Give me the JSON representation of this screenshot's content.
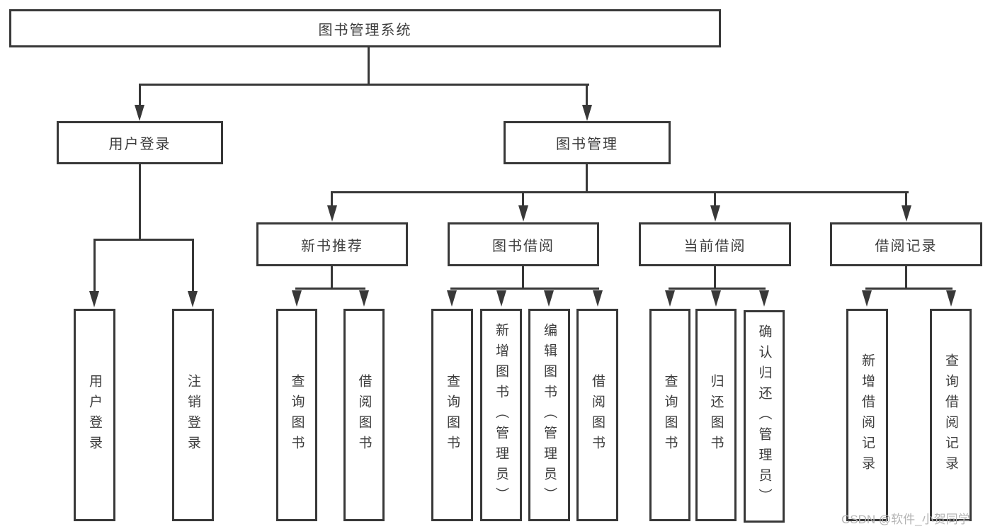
{
  "colors": {
    "line": "#383838",
    "text": "#3c3c3c",
    "background": "#ffffff",
    "watermark": "#b5b5b5"
  },
  "nodes": {
    "root": {
      "label": "图书管理系统"
    },
    "user_login": {
      "label": "用户登录"
    },
    "book_mgmt": {
      "label": "图书管理"
    },
    "user_login_children": [
      {
        "label": "用户登录"
      },
      {
        "label": "注销登录"
      }
    ],
    "book_mgmt_children": [
      {
        "label": "新书推荐"
      },
      {
        "label": "图书借阅"
      },
      {
        "label": "当前借阅"
      },
      {
        "label": "借阅记录"
      }
    ],
    "new_book_rec_children": [
      {
        "label": "查询图书"
      },
      {
        "label": "借阅图书"
      }
    ],
    "book_borrow_children": [
      {
        "label": "查询图书"
      },
      {
        "label": "新增图书（管理员）"
      },
      {
        "label": "编辑图书（管理员）"
      },
      {
        "label": "借阅图书"
      }
    ],
    "current_borrow_children": [
      {
        "label": "查询图书"
      },
      {
        "label": "归还图书"
      },
      {
        "label": "确认归还（管理员）"
      }
    ],
    "borrow_record_children": [
      {
        "label": "新增借阅记录"
      },
      {
        "label": "查询借阅记录"
      }
    ]
  },
  "watermark": {
    "text": "CSDN @软件_小贺同学"
  }
}
